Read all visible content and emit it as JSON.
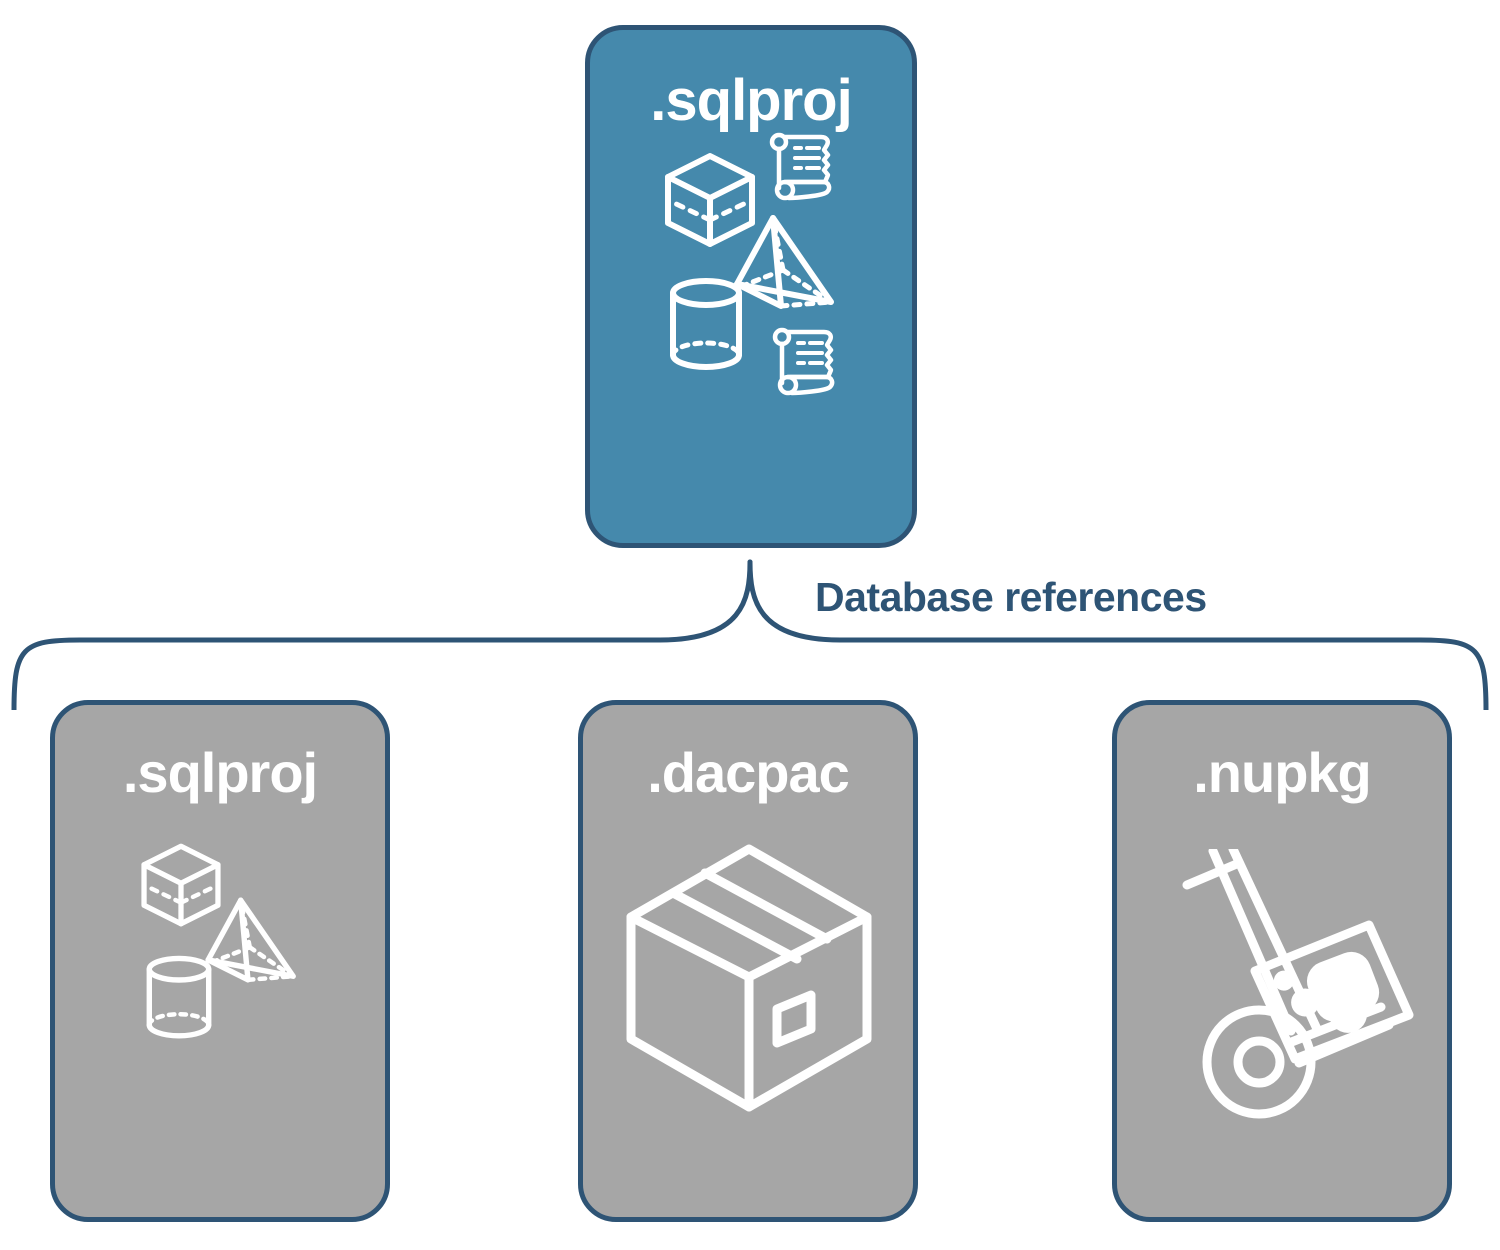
{
  "diagram": {
    "title": "SQL project database references diagram",
    "colors": {
      "root_fill": "#4589ac",
      "leaf_fill": "#a6a6a6",
      "outline": "#2e5475",
      "icon_stroke": "#ffffff",
      "label_text": "#2e5475",
      "card_text": "#ffffff",
      "background": "#ffffff"
    },
    "root": {
      "label": ".sqlproj",
      "icons": [
        "cube-icon",
        "pyramid-icon",
        "cylinder-icon",
        "scroll-icon",
        "scroll-icon"
      ]
    },
    "connector": {
      "label": "Database references",
      "style": "curly-brace"
    },
    "leaves": [
      {
        "label": ".sqlproj",
        "icons": [
          "cube-icon",
          "pyramid-icon",
          "cylinder-icon"
        ]
      },
      {
        "label": ".dacpac",
        "icons": [
          "package-box-icon"
        ]
      },
      {
        "label": ".nupkg",
        "icons": [
          "hand-truck-icon",
          "nuget-package-icon"
        ]
      }
    ]
  }
}
